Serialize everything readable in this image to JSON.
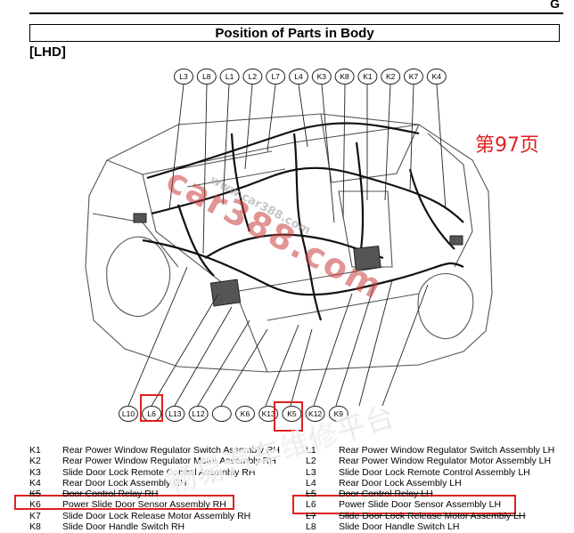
{
  "header": {
    "section_letter": "G",
    "title": "Position of Parts in Body",
    "variant": "[LHD]"
  },
  "page_stamp": "第97页",
  "callouts_top": [
    "L3",
    "L8",
    "L1",
    "L2",
    "L7",
    "L4",
    "K3",
    "K8",
    "K1",
    "K2",
    "K7",
    "K4"
  ],
  "callouts_bottom": [
    "L10",
    "L6",
    "L13",
    "L12",
    "",
    "K6",
    "K13",
    "K5",
    "K12",
    "K9"
  ],
  "legend_left": [
    {
      "code": "K1",
      "desc": "Rear Power Window Regulator Switch Assembly RH"
    },
    {
      "code": "K2",
      "desc": "Rear Power Window Regulator Motor Assembly RH"
    },
    {
      "code": "K3",
      "desc": "Slide Door Lock Remote Control Assembly RH"
    },
    {
      "code": "K4",
      "desc": "Rear Door Lock Assembly RH"
    },
    {
      "code": "K5",
      "desc": "Door Control Relay RH",
      "struck": true
    },
    {
      "code": "K6",
      "desc": "Power Slide Door Sensor Assembly RH"
    },
    {
      "code": "K7",
      "desc": "Slide Door Lock Release Motor Assembly RH"
    },
    {
      "code": "K8",
      "desc": "Slide Door Handle Switch RH"
    }
  ],
  "legend_right": [
    {
      "code": "L1",
      "desc": "Rear Power Window Regulator Switch Assembly LH"
    },
    {
      "code": "L2",
      "desc": "Rear Power Window Regulator Motor Assembly LH"
    },
    {
      "code": "L3",
      "desc": "Slide Door Lock Remote Control Assembly LH"
    },
    {
      "code": "L4",
      "desc": "Rear Door Lock Assembly LH"
    },
    {
      "code": "L5",
      "desc": "Door Control Relay LH",
      "struck": true
    },
    {
      "code": "L6",
      "desc": "Power Slide Door Sensor Assembly LH"
    },
    {
      "code": "L7",
      "desc": "Slide Door Lock Release Motor Assembly LH",
      "struck": true
    },
    {
      "code": "L8",
      "desc": "Slide Door Handle Switch LH"
    }
  ],
  "watermarks": {
    "site": "car388.com",
    "site_small": "www.car388.com",
    "brand": "畅易汽车维修平台"
  },
  "highlight_color": "#e02020"
}
